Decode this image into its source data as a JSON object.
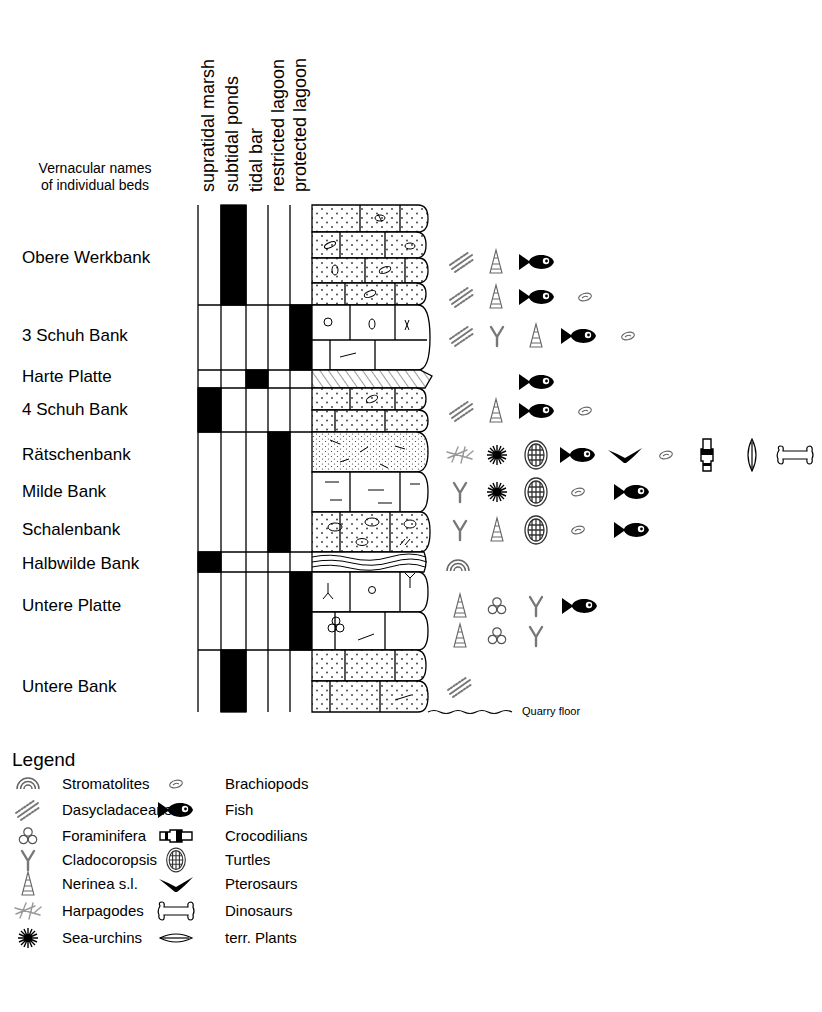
{
  "diagram": {
    "labels": [
      "Vernacular names of individual beds",
      "supratidal marsh",
      "subtidal ponds",
      "tidal bar",
      "restricted lagoon",
      "protected lagoon",
      "Obere Werkbank",
      "3 Schuh Bank",
      "Harte Platte",
      "4 Schuh Bank",
      "Rätschenbank",
      "Milde Bank",
      "Schalenbank",
      "Halbwilde Bank",
      "Untere Platte",
      "Untere Bank",
      "Quarry floor",
      "Legend"
    ],
    "legend": [
      {
        "text": "Stromatolites"
      },
      {
        "text": "Dasycladaceans"
      },
      {
        "text": "Foraminifera"
      },
      {
        "text": "Cladocoropsis"
      },
      {
        "text": "Nerinea s.l."
      },
      {
        "text": "Harpagodes"
      },
      {
        "text": "Sea-urchins"
      },
      {
        "text": "Brachiopods"
      },
      {
        "text": "Fish"
      },
      {
        "text": "Crocodilians"
      },
      {
        "text": "Turtles"
      },
      {
        "text": "Pterosaurs"
      },
      {
        "text": "Dinosaurs"
      },
      {
        "text": "terr. Plants"
      }
    ]
  }
}
